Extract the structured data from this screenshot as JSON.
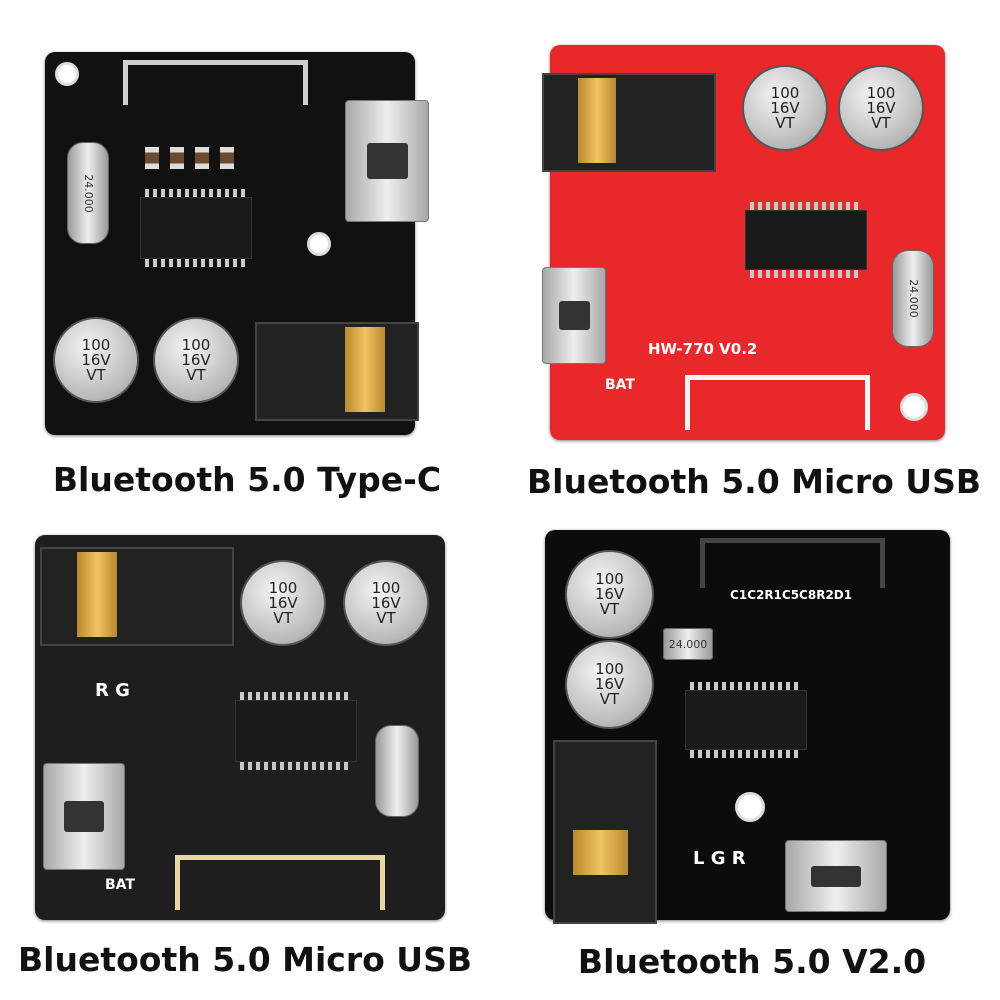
{
  "products": [
    {
      "caption": "Bluetooth 5.0 Type-C",
      "board_color": "#111111",
      "capacitor_label": [
        "100",
        "16V",
        "VT"
      ],
      "crystal_label": "24.000"
    },
    {
      "caption": "Bluetooth 5.0 Micro USB",
      "board_color": "#e8282a",
      "capacitor_label": [
        "100",
        "16V",
        "VT"
      ],
      "crystal_label": "24.000",
      "silkscreen": {
        "model": "HW-770 V0.2",
        "bat": "BAT"
      }
    },
    {
      "caption": "Bluetooth 5.0 Micro USB",
      "board_color": "#1e1e1e",
      "capacitor_label": [
        "100",
        "16V",
        "VT"
      ],
      "silkscreen": {
        "bat": "BAT",
        "rg": "R G"
      }
    },
    {
      "caption": "Bluetooth 5.0 V2.0",
      "board_color": "#0c0c0c",
      "capacitor_label": [
        "100",
        "16V",
        "VT"
      ],
      "crystal_label": "24.000",
      "silkscreen": {
        "lgr": "L G R",
        "parts": "C1C2R1C5C8R2D1"
      }
    }
  ]
}
